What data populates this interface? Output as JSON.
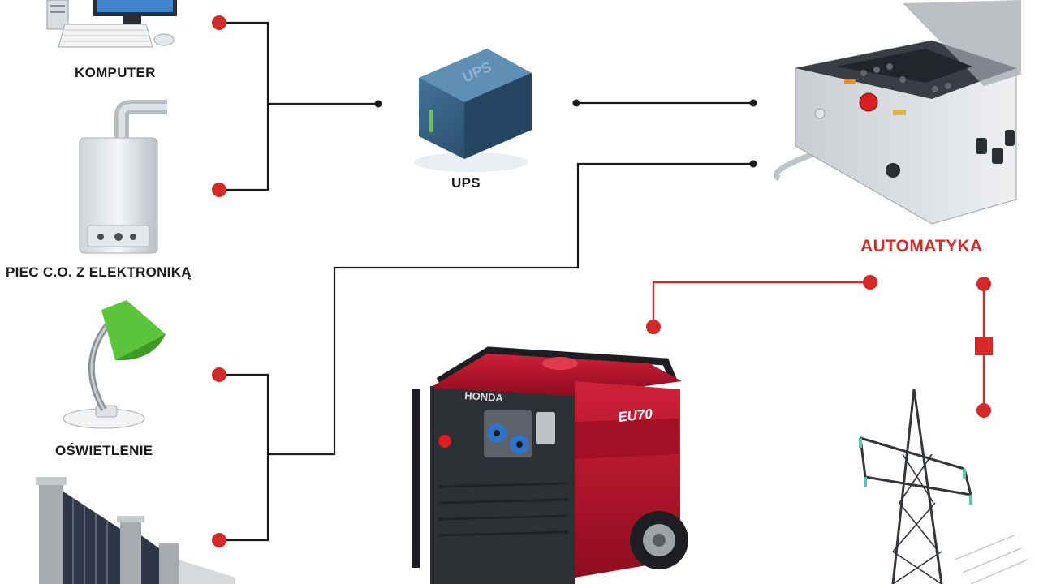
{
  "labels": {
    "computer": "KOMPUTER",
    "boiler": "PIEC C.O. Z ELEKTRONIKĄ",
    "lighting": "OŚWIETLENIE",
    "ups": "UPS",
    "automation": "AUTOMATYKA"
  },
  "device_text": {
    "ups_box": "UPS",
    "generator_brand": "HONDA",
    "generator_model": "EU70"
  },
  "colors": {
    "line_black": "#1a1a1a",
    "line_red": "#d42a2a",
    "generator_red": "#b8102a",
    "lamp_green": "#5cc43a",
    "ups_body": "#2f5878"
  }
}
